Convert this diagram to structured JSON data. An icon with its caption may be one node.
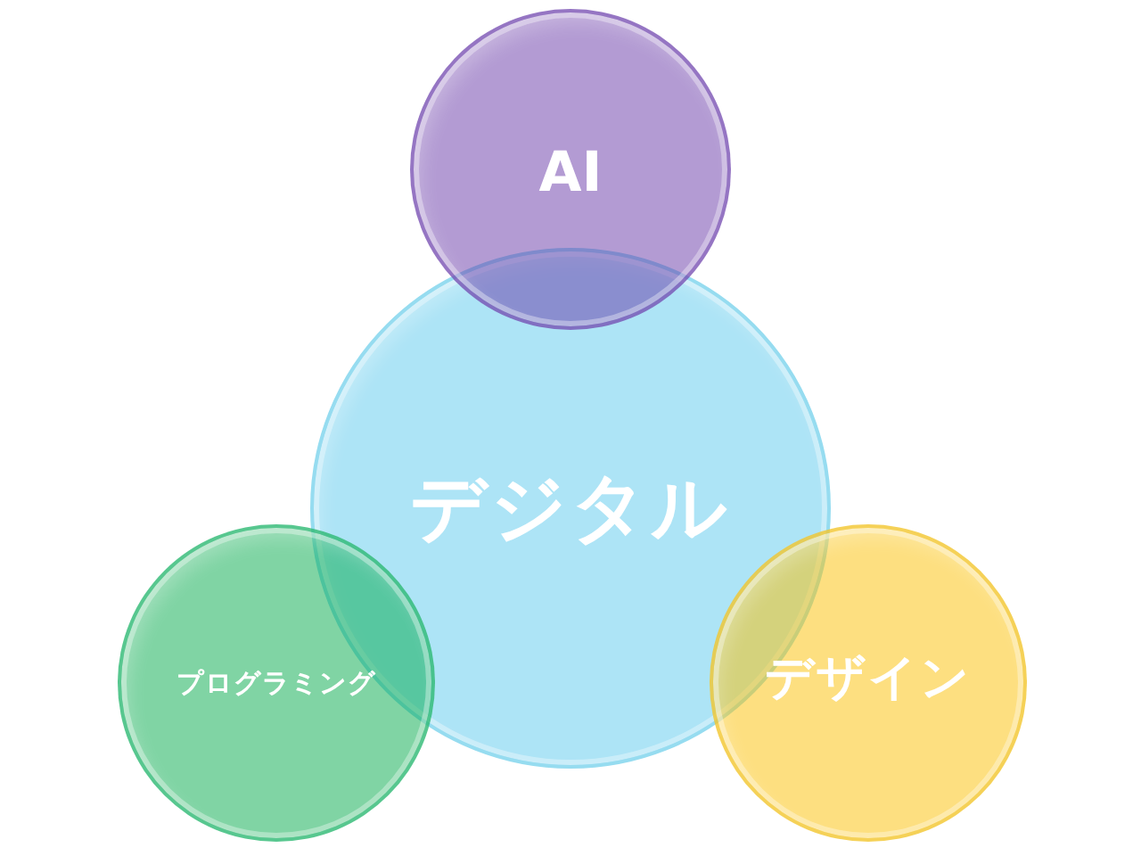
{
  "diagram": {
    "nodes": [
      {
        "text": [
          "AI"
        ]
      },
      {
        "text": [
          "デジタル"
        ]
      },
      {
        "text": [
          "プログラミング"
        ]
      },
      {
        "text": [
          "デザイン"
        ]
      }
    ]
  }
}
